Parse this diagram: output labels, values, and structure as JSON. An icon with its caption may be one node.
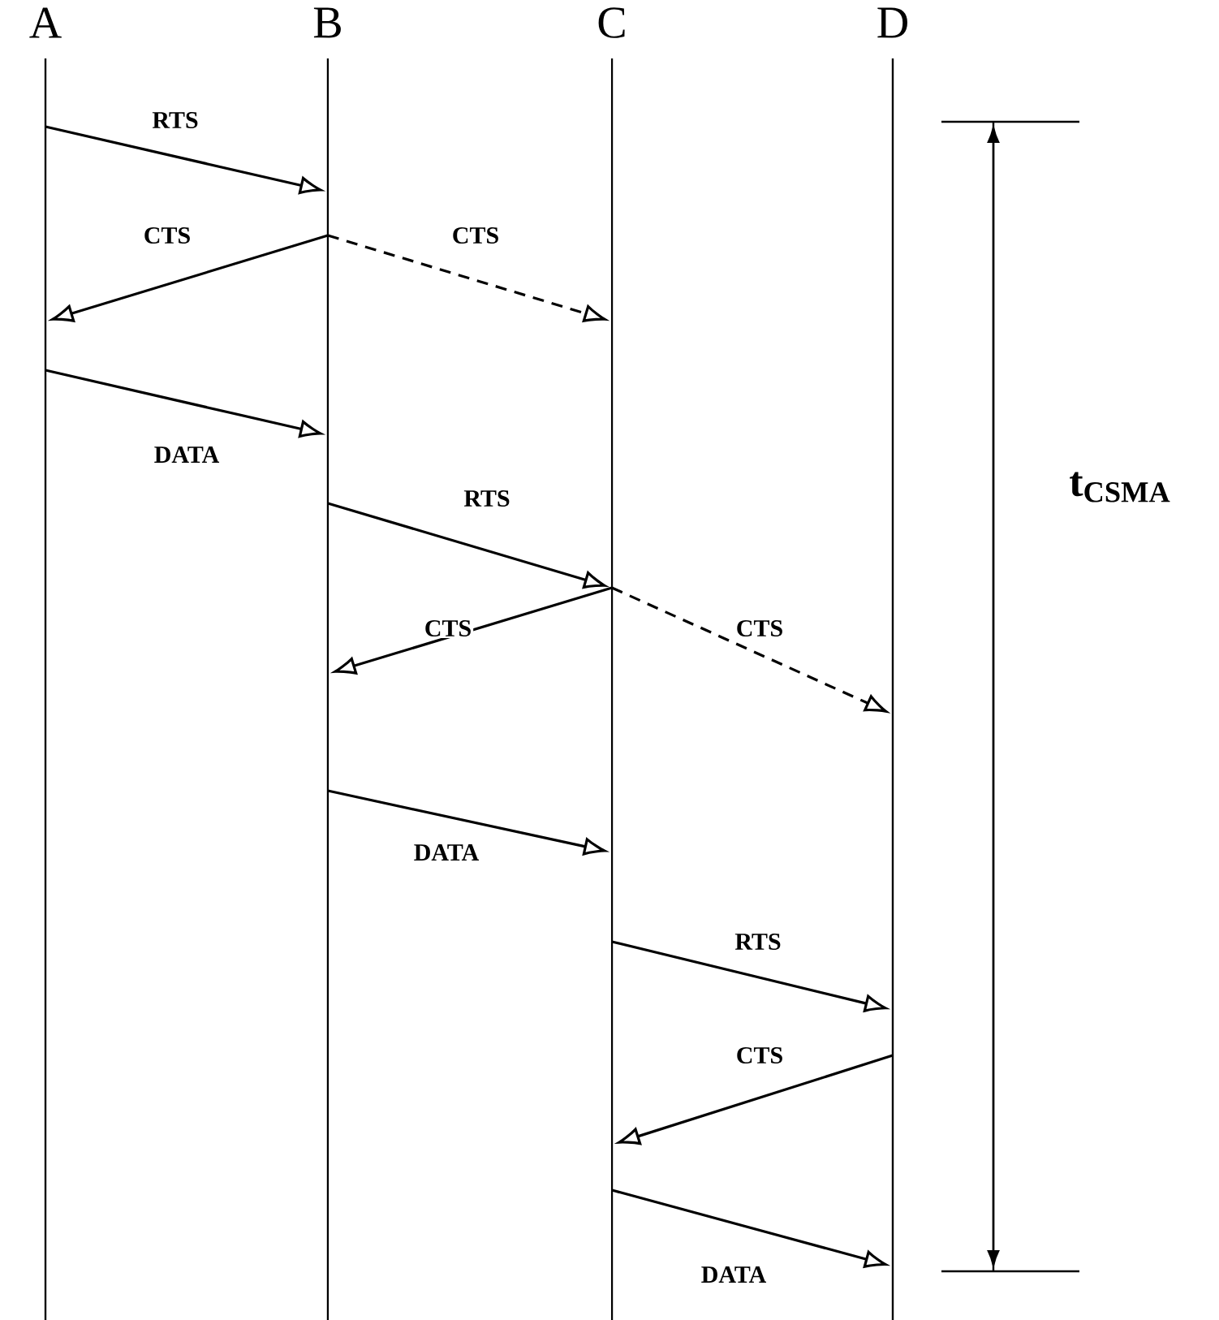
{
  "diagram": {
    "nodes": [
      {
        "text": [
          "A"
        ]
      },
      {
        "text": [
          "B"
        ]
      },
      {
        "text": [
          "C"
        ]
      },
      {
        "text": [
          "D"
        ]
      }
    ],
    "edges": [
      {
        "from": 0,
        "to": 1,
        "arrow": "to",
        "label": "RTS"
      },
      {
        "from": 1,
        "to": 0,
        "arrow": "to",
        "label": "CTS"
      },
      {
        "from": 1,
        "to": 2,
        "arrow": "to",
        "label": "CTS",
        "style": "dashed"
      },
      {
        "from": 0,
        "to": 1,
        "arrow": "to",
        "label": "DATA"
      },
      {
        "from": 1,
        "to": 2,
        "arrow": "to",
        "label": "RTS"
      },
      {
        "from": 2,
        "to": 1,
        "arrow": "to",
        "label": "CTS"
      },
      {
        "from": 2,
        "to": 3,
        "arrow": "to",
        "label": "CTS",
        "style": "dashed"
      },
      {
        "from": 1,
        "to": 2,
        "arrow": "to",
        "label": "DATA"
      },
      {
        "from": 2,
        "to": 3,
        "arrow": "to",
        "label": "RTS"
      },
      {
        "from": 3,
        "to": 2,
        "arrow": "to",
        "label": "CTS"
      },
      {
        "from": 2,
        "to": 3,
        "arrow": "to",
        "label": "DATA"
      }
    ],
    "labels": [
      "t$_{CSMA}$"
    ]
  }
}
